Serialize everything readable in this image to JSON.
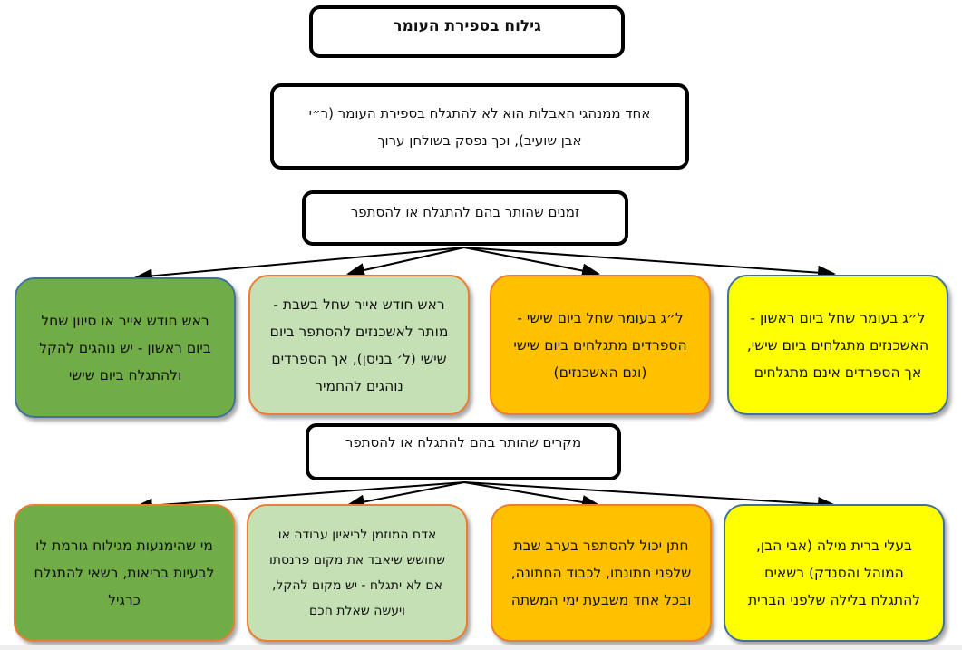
{
  "title": "גילוח בספירת העומר",
  "intro": "אחד ממנהגי האבלות הוא לא להתגלח בספירת העומר (ר״י אבן שועיב), וכך נפסק בשולחן ערוך",
  "times": {
    "heading": "זמנים שהותר בהם להתגלח או להסתפר",
    "items": [
      {
        "text": "ל״ג בעומר שחל ביום ראשון - האשכנזים מתגלחים ביום שישי, אך הספרדים אינם מתגלחים",
        "color": "#ffff00"
      },
      {
        "text": "ל״ג בעומר שחל ביום שישי - הספרדים מתגלחים ביום שישי (וגם האשכנזים)",
        "color": "#ffc000"
      },
      {
        "text": "ראש חודש אייר שחל בשבת - מותר לאשכנזים להסתפר ביום שישי (ל׳ בניסן), אך הספרדים נוהגים להחמיר",
        "color": "#c5e0b4"
      },
      {
        "text": "ראש חודש אייר או סיוון שחל ביום ראשון - יש נוהגים להקל ולהתגלח ביום שישי",
        "color": "#70ad47"
      }
    ]
  },
  "cases": {
    "heading": "מקרים שהותר בהם להתגלח או להסתפר",
    "items": [
      {
        "text": "בעלי ברית מילה (אבי הבן, המוהל והסנדק) רשאים להתגלח בלילה שלפני הברית",
        "color": "#ffff00"
      },
      {
        "text": "חתן יכול להסתפר בערב שבת שלפני חתונתו, לכבוד החתונה, ובכל אחד משבעת ימי המשתה",
        "color": "#ffc000"
      },
      {
        "text": "אדם המוזמן לריאיון עבודה או שחושש שיאבד את מקום פרנסתו אם לא יתגלח - יש מקום להקל, ויעשה שאלת חכם",
        "color": "#c5e0b4"
      },
      {
        "text": "מי שהימנעות מגילוח גורמת לו לבעיות בריאות, רשאי להתגלח כרגיל",
        "color": "#70ad47"
      }
    ]
  }
}
